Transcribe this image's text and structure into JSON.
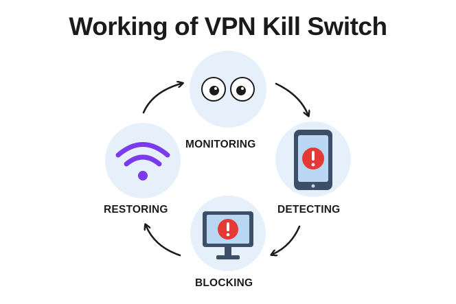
{
  "title": "Working of VPN Kill Switch",
  "steps": [
    {
      "label": "MONITORING",
      "icon": "eyes-icon"
    },
    {
      "label": "DETECTING",
      "icon": "phone-alert-icon"
    },
    {
      "label": "BLOCKING",
      "icon": "monitor-alert-icon"
    },
    {
      "label": "RESTORING",
      "icon": "wifi-icon"
    }
  ],
  "colors": {
    "circle_bg": "#e6f0fb",
    "alert_red": "#e53935",
    "wifi_purple": "#7c3aed",
    "device_dark": "#3d4f66",
    "screen_blue": "#b9d6f2",
    "arrow": "#1b1b1b"
  }
}
